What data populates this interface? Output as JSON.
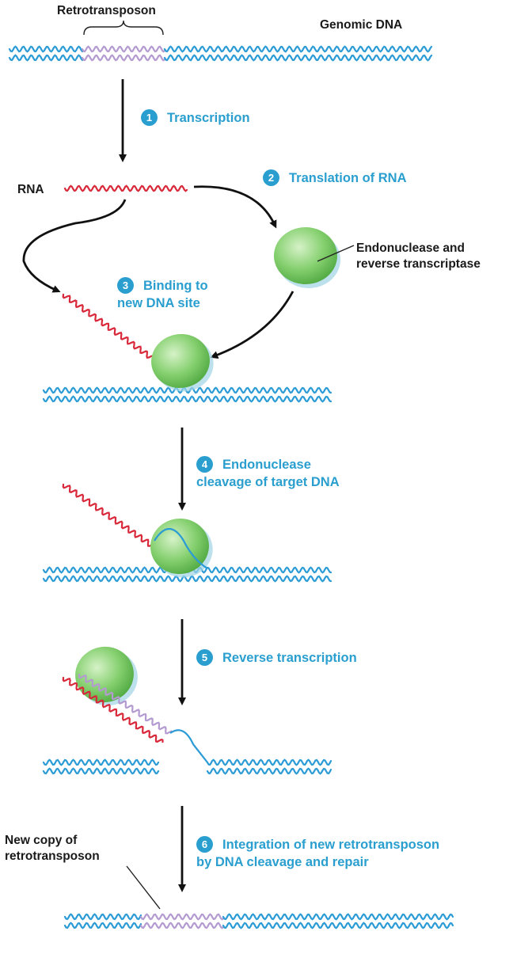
{
  "labels": {
    "retrotransposon": "Retrotransposon",
    "genomic_dna": "Genomic DNA",
    "rna": "RNA",
    "enzyme_line1": "Endonuclease and",
    "enzyme_line2": "reverse transcriptase",
    "new_copy_line1": "New copy of",
    "new_copy_line2": "retrotransposon"
  },
  "steps": [
    {
      "number": "1",
      "line1": "Transcription"
    },
    {
      "number": "2",
      "line1": "Translation of RNA"
    },
    {
      "number": "3",
      "line1": "Binding to",
      "line2": "new DNA site"
    },
    {
      "number": "4",
      "line1": "Endonuclease",
      "line2": "cleavage of target DNA"
    },
    {
      "number": "5",
      "line1": "Reverse transcription"
    },
    {
      "number": "6",
      "line1": "Integration of new retrotransposon",
      "line2": "by DNA cleavage and repair"
    }
  ],
  "colors": {
    "dna": "#2b9bd6",
    "retrotransposon": "#b39ad0",
    "rna": "#d8283a",
    "enzyme": "#7fcf6c",
    "step_text": "#2a9fcf",
    "arrow": "#111111"
  }
}
